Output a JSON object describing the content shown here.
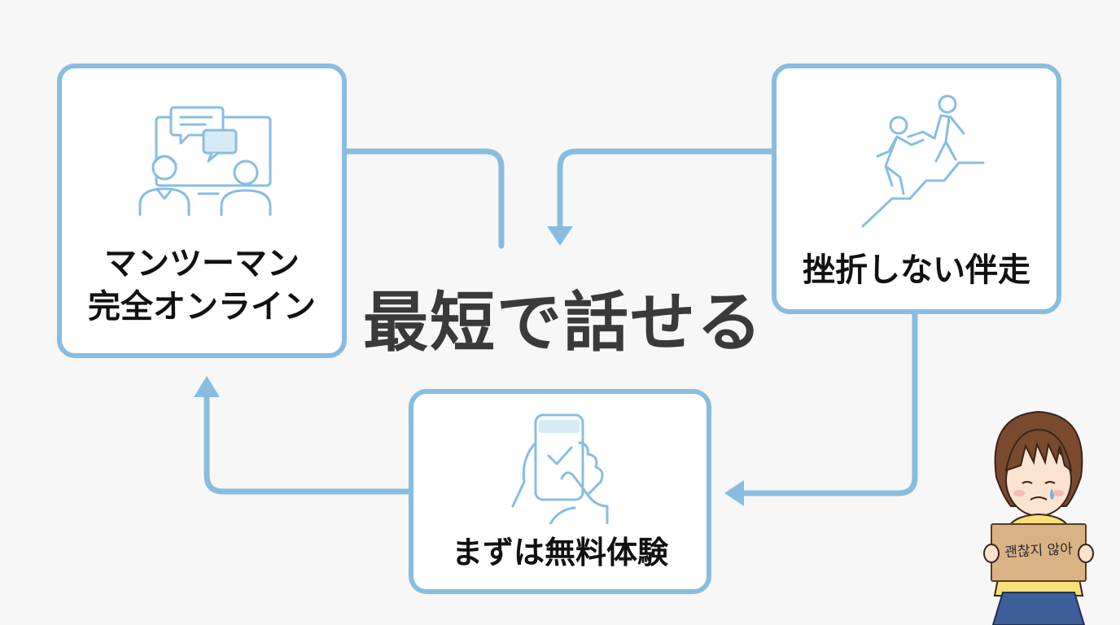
{
  "title": "最短で話せる",
  "cards": {
    "online": {
      "line1": "マンツーマン",
      "line2": "完全オンライン",
      "icon": "video-call-chat-icon"
    },
    "support": {
      "line1": "挫折しない伴走",
      "icon": "climbing-help-icon"
    },
    "trial": {
      "line1": "まずは無料体験",
      "icon": "smartphone-check-icon"
    }
  },
  "character": {
    "sign_text": "괜찮지 않아"
  },
  "colors": {
    "accent": "#88bde0",
    "title": "#3a3a3a",
    "text": "#111111",
    "background": "#f7f7f7"
  }
}
